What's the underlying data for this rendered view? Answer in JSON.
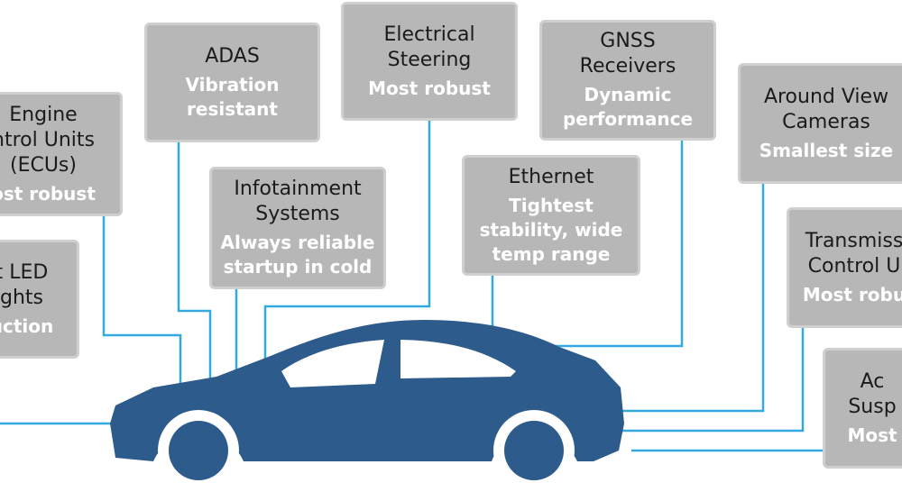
{
  "colors": {
    "car": "#2d5b8c",
    "line": "#33a9df",
    "box": "#b7b7b7",
    "box_border": "#cfcfcf",
    "attr_text": "#ffffff"
  },
  "boxes": {
    "ecu": {
      "title": "Engine\nntrol Units\n(ECUs)",
      "attr": "ost robust"
    },
    "led": {
      "title": "t LED\nghts",
      "attr": "uction"
    },
    "adas": {
      "title": "ADAS",
      "attr": "Vibration\nresistant"
    },
    "infotainment": {
      "title": "Infotainment\nSystems",
      "attr": "Always reliable\nstartup in cold"
    },
    "steering": {
      "title": "Electrical\nSteering",
      "attr": "Most robust"
    },
    "ethernet": {
      "title": "Ethernet",
      "attr": "Tightest\nstability, wide\ntemp range"
    },
    "gnss": {
      "title": "GNSS\nReceivers",
      "attr": "Dynamic\nperformance"
    },
    "cameras": {
      "title": "Around View\nCameras",
      "attr": "Smallest size"
    },
    "transmission": {
      "title": "Transmiss\nControl U",
      "attr": "Most robu"
    },
    "suspension": {
      "title": "Ac\nSusp",
      "attr": "Most"
    }
  }
}
